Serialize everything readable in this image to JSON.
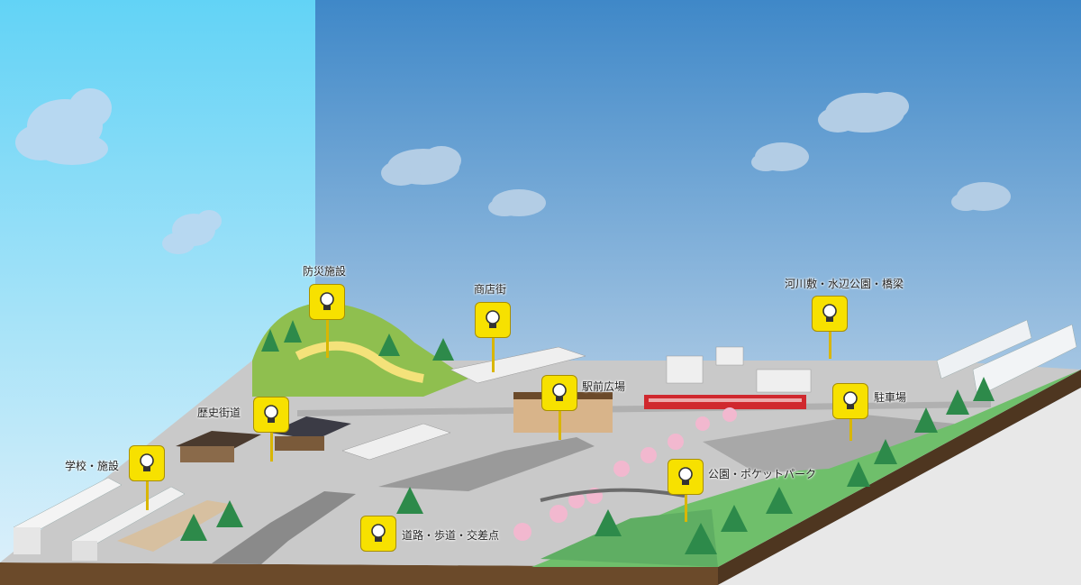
{
  "hotspots": [
    {
      "label": "防災施設",
      "icon": "lightbulb-icon"
    },
    {
      "label": "商店街",
      "icon": "lightbulb-icon"
    },
    {
      "label": "河川敷・水辺公園・橋梁",
      "icon": "lightbulb-icon"
    },
    {
      "label": "駅前広場",
      "icon": "lightbulb-icon"
    },
    {
      "label": "駐車場",
      "icon": "lightbulb-icon"
    },
    {
      "label": "歴史街道",
      "icon": "lightbulb-icon"
    },
    {
      "label": "学校・施設",
      "icon": "lightbulb-icon"
    },
    {
      "label": "公園・ポケットパーク",
      "icon": "lightbulb-icon"
    },
    {
      "label": "道路・歩道・交差点",
      "icon": "lightbulb-icon"
    }
  ],
  "colors": {
    "sky_left": "#8fd4f3",
    "sky_right": "#5b94cc",
    "marker": "#f7e100",
    "grass": "#7cc46a",
    "tree": "#2d8a4a",
    "blossom": "#f2b8cf",
    "train": "#d0282e",
    "ground": "#c9c9c9"
  }
}
